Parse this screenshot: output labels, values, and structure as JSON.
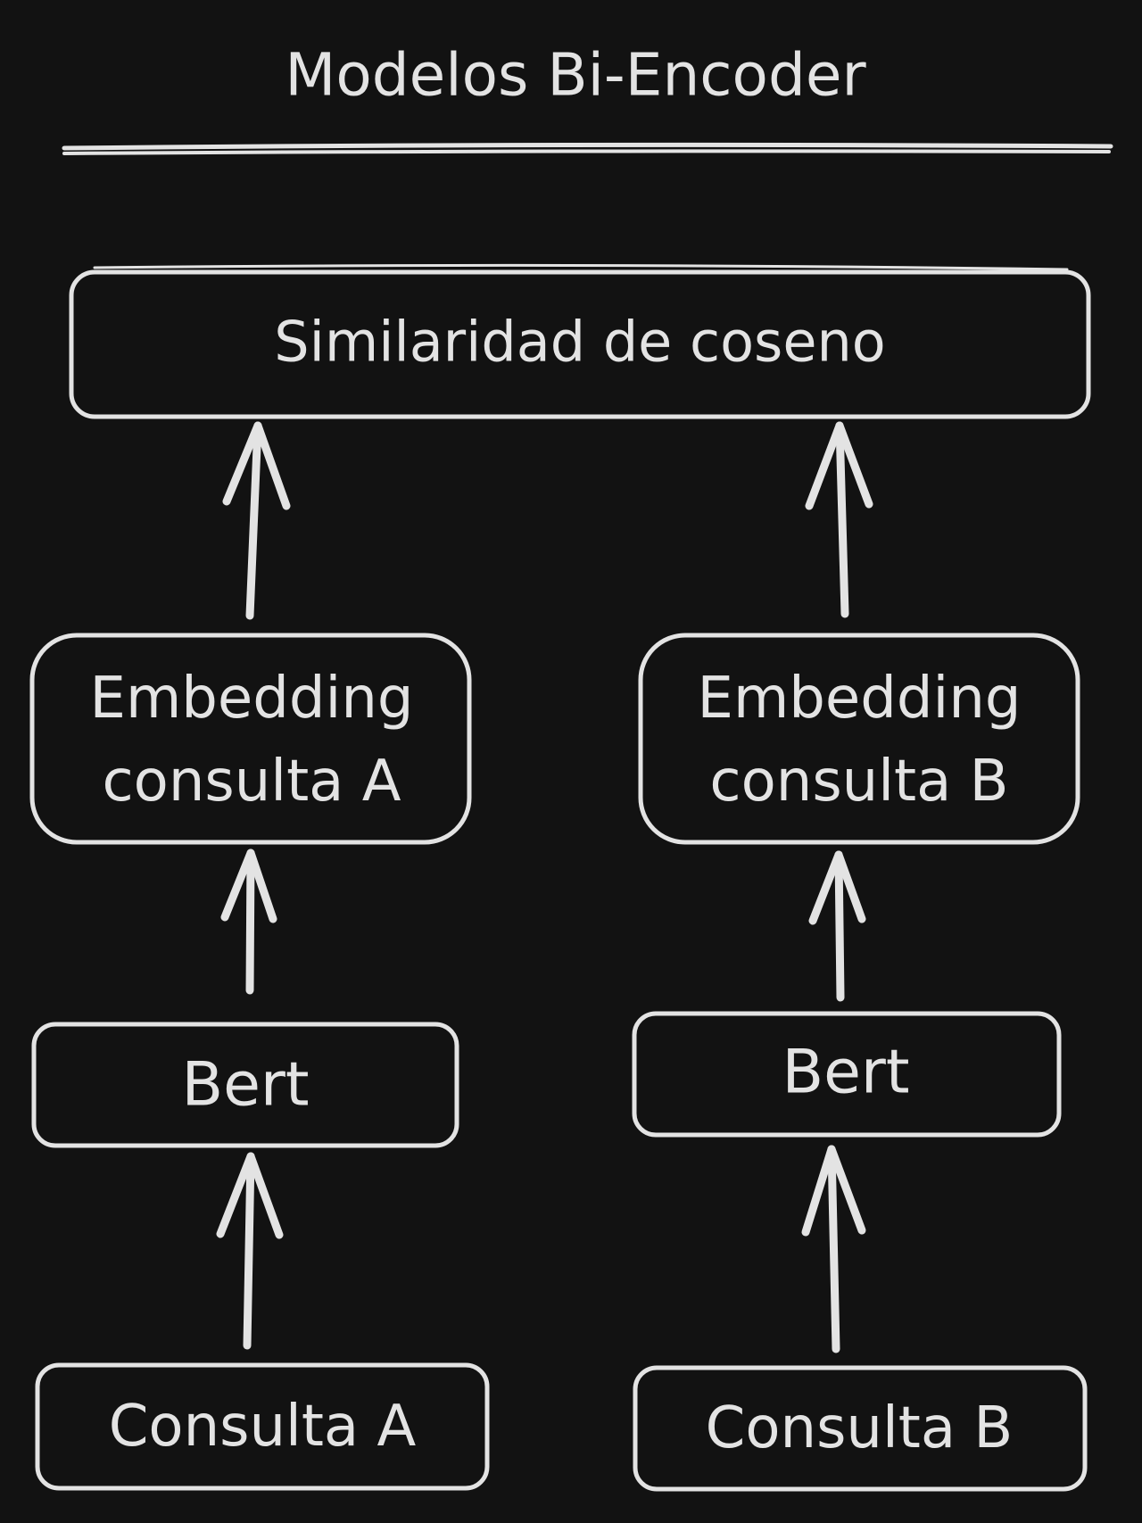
{
  "title": "Modelos Bi-Encoder",
  "nodes": {
    "similarity": {
      "label": "Similaridad de coseno"
    },
    "embedding_a": {
      "line1": "Embedding",
      "line2": "consulta A"
    },
    "embedding_b": {
      "line1": "Embedding",
      "line2": "consulta B"
    },
    "bert_a": {
      "label": "Bert"
    },
    "bert_b": {
      "label": "Bert"
    },
    "query_a": {
      "label": "Consulta A"
    },
    "query_b": {
      "label": "Consulta B"
    }
  },
  "colors": {
    "background": "#121212",
    "stroke": "#e3e3e3"
  }
}
